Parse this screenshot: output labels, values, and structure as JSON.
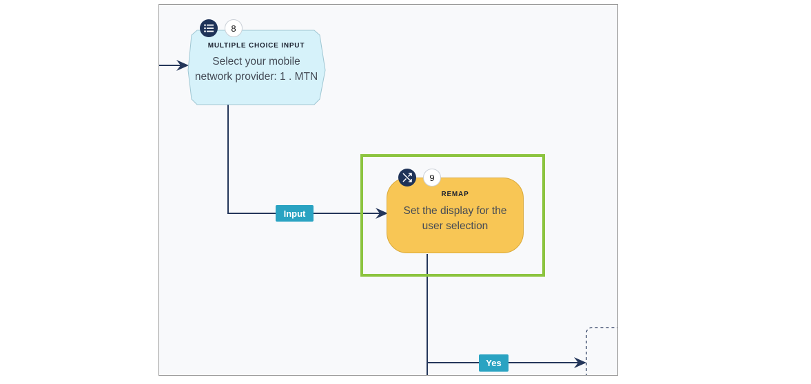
{
  "nodes": [
    {
      "id": "8",
      "type": "MULTIPLE CHOICE INPUT",
      "description": "Select your mobile network provider: 1 . MTN",
      "icon": "list-icon",
      "color": "#d6f2fa"
    },
    {
      "id": "9",
      "type": "REMAP",
      "description": "Set the display for the user selection",
      "icon": "shuffle-icon",
      "color": "#f8c655"
    }
  ],
  "edges": [
    {
      "label": "Input"
    },
    {
      "label": "Yes"
    }
  ],
  "colors": {
    "selection_frame": "#8cc43f",
    "edge": "#24365a",
    "edge_label": "#2aa3c2"
  }
}
